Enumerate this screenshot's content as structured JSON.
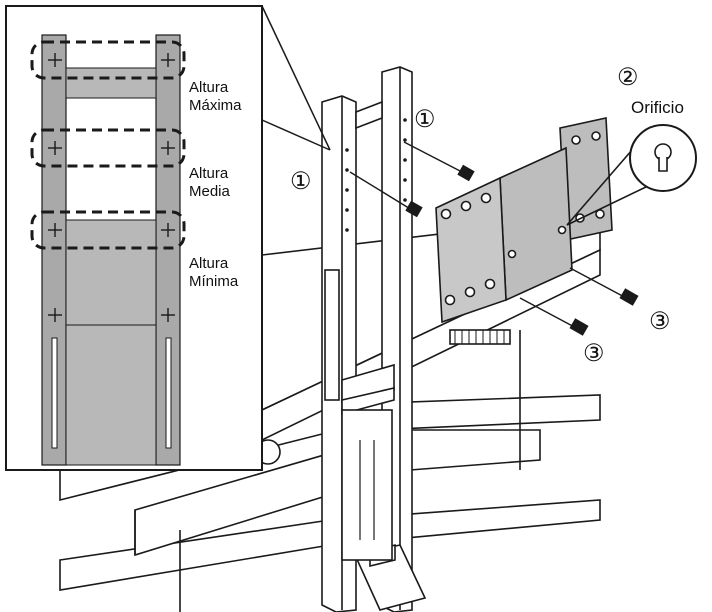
{
  "inset": {
    "zones": [
      {
        "line1": "Altura",
        "line2": "Máxima"
      },
      {
        "line1": "Altura",
        "line2": "Media"
      },
      {
        "line1": "Altura",
        "line2": "Mínima"
      }
    ]
  },
  "callouts": {
    "step_1": "①",
    "step_2": "②",
    "step_3": "③",
    "orificio": "Orificio"
  },
  "colors": {
    "line": "#1a1a1a",
    "panel_gray": "#bdbdbd",
    "column_gray": "#a9a9a9",
    "inset_fill": "#d0d0d0"
  }
}
